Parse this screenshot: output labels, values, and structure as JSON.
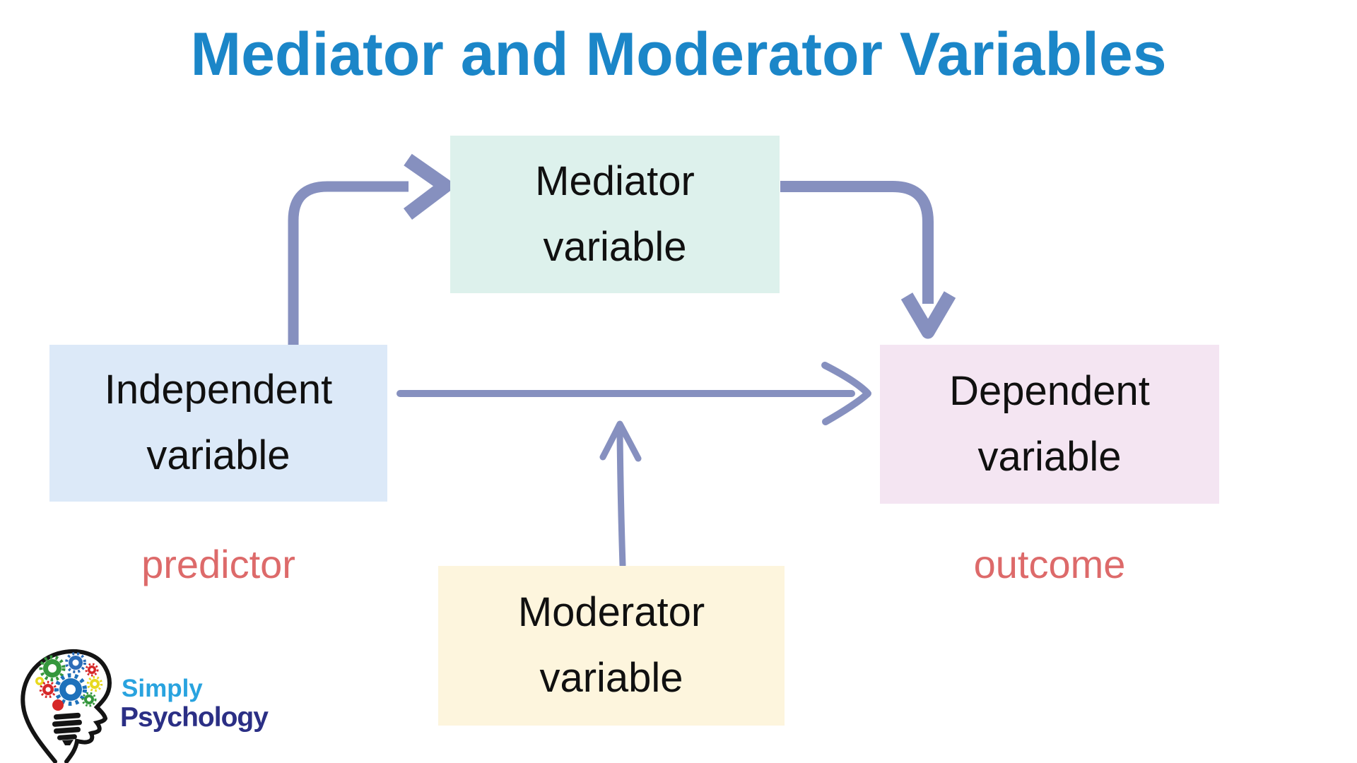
{
  "title": {
    "text": "Mediator and Moderator Variables",
    "color": "#1b86c8"
  },
  "boxes": {
    "mediator": {
      "label": "Mediator\nvariable",
      "bg": "#ddf1ec"
    },
    "independent": {
      "label": "Independent\nvariable",
      "bg": "#dce9f8"
    },
    "dependent": {
      "label": "Dependent\nvariable",
      "bg": "#f4e5f2"
    },
    "moderator": {
      "label": "Moderator\nvariable",
      "bg": "#fdf5dd"
    }
  },
  "labels": {
    "predictor": "predictor",
    "outcome": "outcome",
    "color": "#dd6a6a"
  },
  "arrows": {
    "color": "#8690bf"
  },
  "logo": {
    "simply": "Simply",
    "psychology": "Psychology",
    "simply_color": "#29a3df",
    "psychology_color": "#2b2f85"
  }
}
